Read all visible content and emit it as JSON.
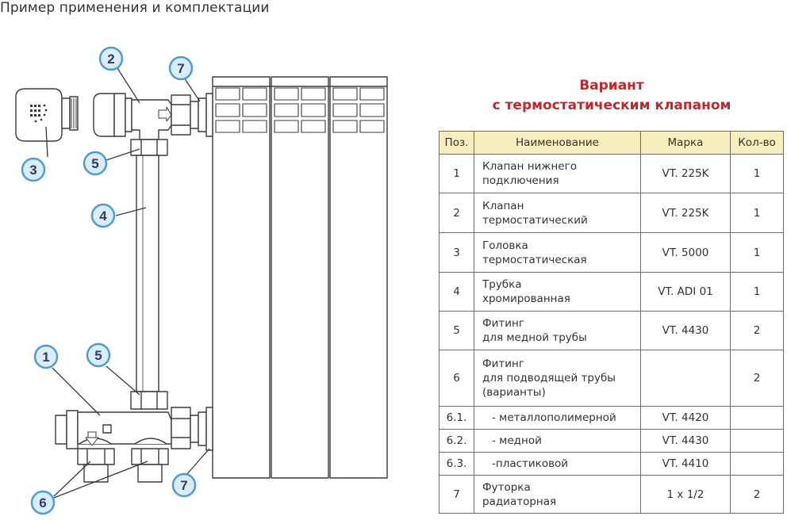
{
  "page": {
    "title": "Пример применения и комплектации"
  },
  "variant": {
    "line1": "Вариант",
    "line2": "с термостатическим клапаном"
  },
  "diagram": {
    "callouts": [
      "1",
      "2",
      "3",
      "4",
      "5",
      "5",
      "6",
      "7",
      "7"
    ],
    "colors": {
      "callout_fill": "#dcecf7",
      "callout_ring": "#4b9bd6",
      "outline": "#3a3a3a"
    }
  },
  "table": {
    "headers": [
      "Поз.",
      "Наименование",
      "Марка",
      "Кол-во"
    ],
    "rows": [
      {
        "pos": "1",
        "name": [
          "Клапан нижнего",
          "подключения"
        ],
        "mark": "VT. 225K",
        "qty": "1"
      },
      {
        "pos": "2",
        "name": [
          "Клапан",
          "термостатический"
        ],
        "mark": "VT. 225K",
        "qty": "1"
      },
      {
        "pos": "3",
        "name": [
          "Головка",
          "термостатическая"
        ],
        "mark": "VT. 5000",
        "qty": "1"
      },
      {
        "pos": "4",
        "name": [
          "Трубка",
          "хромированная"
        ],
        "mark": "VT. ADI 01",
        "qty": "1"
      },
      {
        "pos": "5",
        "name": [
          "Фитинг",
          "для медной трубы"
        ],
        "mark": "VT. 4430",
        "qty": "2"
      },
      {
        "pos": "6",
        "name": [
          "Фитинг",
          "для подводящей трубы",
          "(варианты)"
        ],
        "mark": "",
        "qty": "2"
      },
      {
        "pos": "6.1.",
        "name": [
          "- металлополимерной"
        ],
        "mark": "VT. 4420",
        "qty": ""
      },
      {
        "pos": "6.2.",
        "name": [
          "- медной"
        ],
        "mark": "VT. 4430",
        "qty": ""
      },
      {
        "pos": "6.3.",
        "name": [
          "-пластиковой"
        ],
        "mark": "VT. 4410",
        "qty": ""
      },
      {
        "pos": "7",
        "name": [
          "Футорка",
          "радиаторная"
        ],
        "mark": "1 x 1/2",
        "qty": "2"
      }
    ]
  }
}
